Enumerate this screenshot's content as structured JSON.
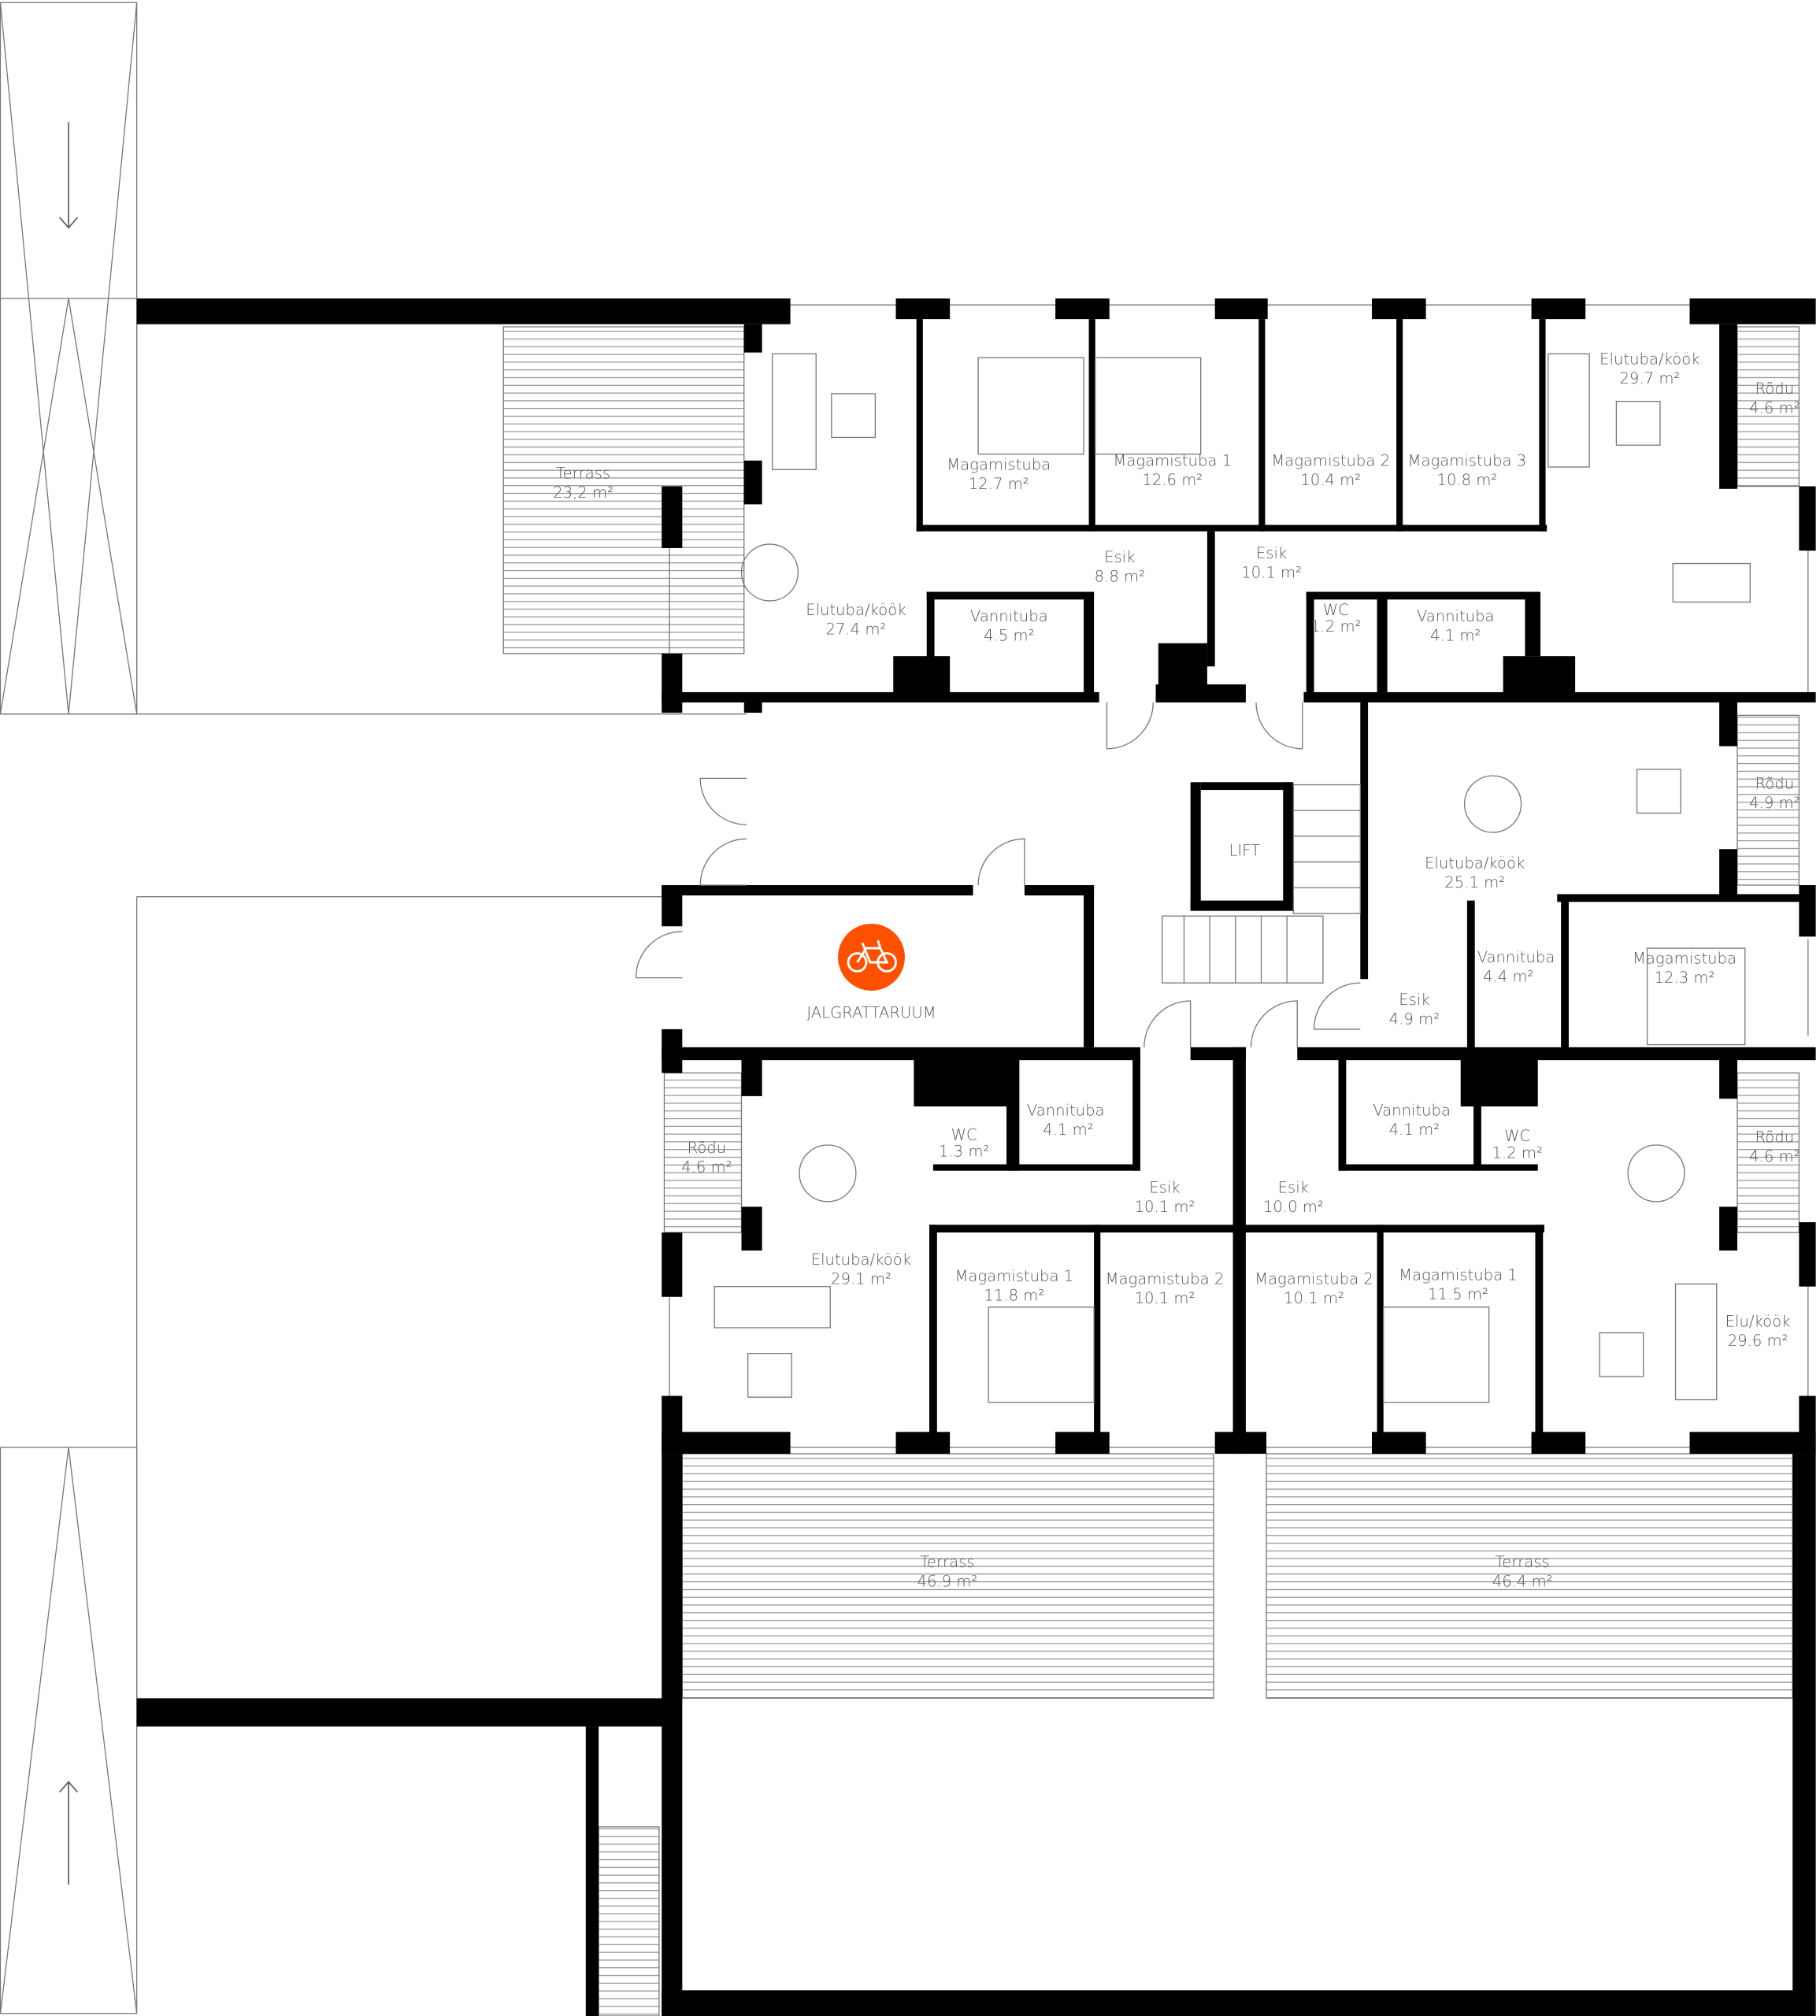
{
  "rooms": [
    {
      "name": "Terrass",
      "area": "23,2 m²"
    },
    {
      "name": "Elutuba/köök",
      "area": "27.4 m²"
    },
    {
      "name": "Magamistuba",
      "area": "12.7 m²"
    },
    {
      "name": "Magamistuba 1",
      "area": "12.6 m²"
    },
    {
      "name": "Magamistuba 2",
      "area": "10.4 m²"
    },
    {
      "name": "Magamistuba 3",
      "area": "10.8 m²"
    },
    {
      "name": "Elutuba/köök",
      "area": "29.7 m²"
    },
    {
      "name": "Rõdu",
      "area": "4.6 m²"
    },
    {
      "name": "Esik",
      "area": "8.8 m²"
    },
    {
      "name": "Esik",
      "area": "10.1 m²"
    },
    {
      "name": "Vannituba",
      "area": "4.5 m²"
    },
    {
      "name": "WC",
      "area": "1.2 m²"
    },
    {
      "name": "Vannituba",
      "area": "4.1 m²"
    },
    {
      "name": "Rõdu",
      "area": "4.9 m²"
    },
    {
      "name": "Elutuba/köök",
      "area": "25.1 m²"
    },
    {
      "name": "Vannituba",
      "area": "4.4 m²"
    },
    {
      "name": "Magamistuba",
      "area": "12.3 m²"
    },
    {
      "name": "Esik",
      "area": "4.9 m²"
    },
    {
      "name": "Rõdu",
      "area": "4.6 m²"
    },
    {
      "name": "WC",
      "area": "1.3 m²"
    },
    {
      "name": "Vannituba",
      "area": "4.1 m²"
    },
    {
      "name": "Esik",
      "area": "10.1 m²"
    },
    {
      "name": "Esik",
      "area": "10.0 m²"
    },
    {
      "name": "Vannituba",
      "area": "4.1 m²"
    },
    {
      "name": "WC",
      "area": "1.2 m²"
    },
    {
      "name": "Rõdu",
      "area": "4.6 m²"
    },
    {
      "name": "Elutuba/köök",
      "area": "29.1 m²"
    },
    {
      "name": "Magamistuba 1",
      "area": "11.8 m²"
    },
    {
      "name": "Magamistuba 2",
      "area": "10.1 m²"
    },
    {
      "name": "Magamistuba 2",
      "area": "10.1 m²"
    },
    {
      "name": "Magamistuba 1",
      "area": "11.5 m²"
    },
    {
      "name": "Elu/köök",
      "area": "29.6 m²"
    },
    {
      "name": "Terrass",
      "area": "46.9 m²"
    },
    {
      "name": "Terrass",
      "area": "46.4 m²"
    }
  ],
  "lift_label": "LIFT",
  "bike_room_label": "JALGRATTARUUM",
  "icons": {
    "bike": "bicycle-icon",
    "ramp_down": "arrow-down-icon",
    "ramp_up": "arrow-up-icon"
  },
  "colors": {
    "accent": "#FF5000",
    "wall": "#000000",
    "line": "#777777"
  }
}
